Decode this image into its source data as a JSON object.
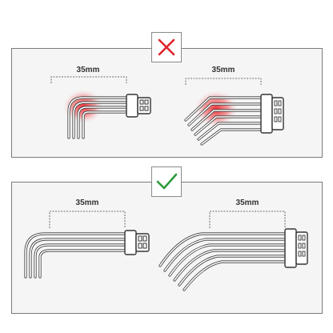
{
  "figure": {
    "wrong_example": {
      "marker": "cross-icon",
      "marker_color": "#e0242b",
      "left_cable": {
        "dimension": "35mm"
      },
      "right_cable": {
        "dimension": "35mm"
      }
    },
    "correct_example": {
      "marker": "check-icon",
      "marker_color": "#2e9b3a",
      "left_cable": {
        "dimension": "35mm"
      },
      "right_cable": {
        "dimension": "35mm"
      }
    },
    "colors": {
      "panel_bg": "#f5f5f5",
      "panel_border": "#7b7b7b",
      "stress_glow": "#e8252b",
      "wire": "#3a3a3a"
    }
  }
}
